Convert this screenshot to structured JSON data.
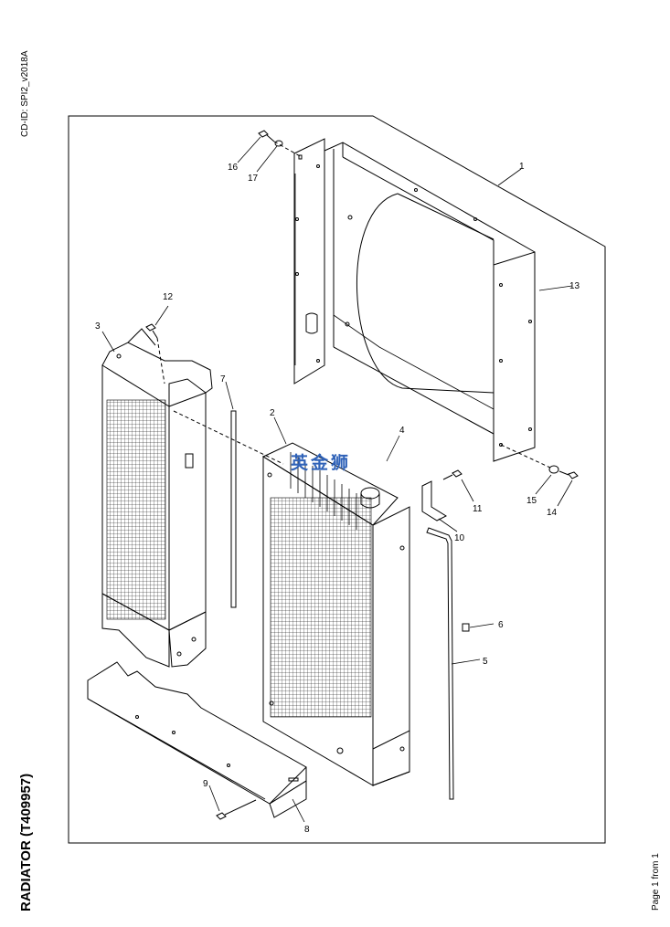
{
  "header": {
    "cd_id": "CD-ID: SPI2_v2018A"
  },
  "title": "RADIATOR (T409957)",
  "footer": {
    "page": "Page 1 from 1"
  },
  "watermark": "英金狮",
  "callouts": [
    "1",
    "2",
    "3",
    "4",
    "5",
    "6",
    "7",
    "8",
    "9",
    "10",
    "11",
    "12",
    "13",
    "14",
    "15",
    "16",
    "17"
  ]
}
